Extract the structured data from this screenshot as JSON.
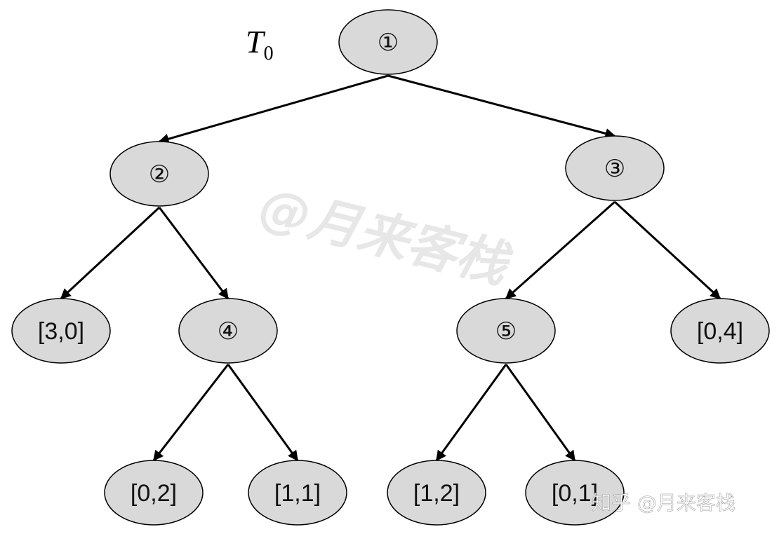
{
  "title": {
    "main": "T",
    "sub": "0"
  },
  "nodes": [
    {
      "id": "n1",
      "label": "①",
      "kind": "internal"
    },
    {
      "id": "n2",
      "label": "②",
      "kind": "internal"
    },
    {
      "id": "n3",
      "label": "③",
      "kind": "internal"
    },
    {
      "id": "n4",
      "label": "④",
      "kind": "internal"
    },
    {
      "id": "n5",
      "label": "⑤",
      "kind": "internal"
    },
    {
      "id": "l30",
      "label": "[3,0]",
      "kind": "leaf"
    },
    {
      "id": "l04",
      "label": "[0,4]",
      "kind": "leaf"
    },
    {
      "id": "l02",
      "label": "[0,2]",
      "kind": "leaf"
    },
    {
      "id": "l11",
      "label": "[1,1]",
      "kind": "leaf"
    },
    {
      "id": "l12",
      "label": "[1,2]",
      "kind": "leaf"
    },
    {
      "id": "l01",
      "label": "[0,1]",
      "kind": "leaf"
    }
  ],
  "edges": [
    {
      "from": "n1",
      "to": "n2"
    },
    {
      "from": "n1",
      "to": "n3"
    },
    {
      "from": "n2",
      "to": "l30"
    },
    {
      "from": "n2",
      "to": "n4"
    },
    {
      "from": "n3",
      "to": "n5"
    },
    {
      "from": "n3",
      "to": "l04"
    },
    {
      "from": "n4",
      "to": "l02"
    },
    {
      "from": "n4",
      "to": "l11"
    },
    {
      "from": "n5",
      "to": "l12"
    },
    {
      "from": "n5",
      "to": "l01"
    }
  ],
  "colors": {
    "node_fill": "#d9d9d9",
    "node_stroke": "#000000",
    "edge": "#000000"
  },
  "watermarks": {
    "center": "@月来客栈",
    "corner": "知乎 @月来客栈"
  }
}
